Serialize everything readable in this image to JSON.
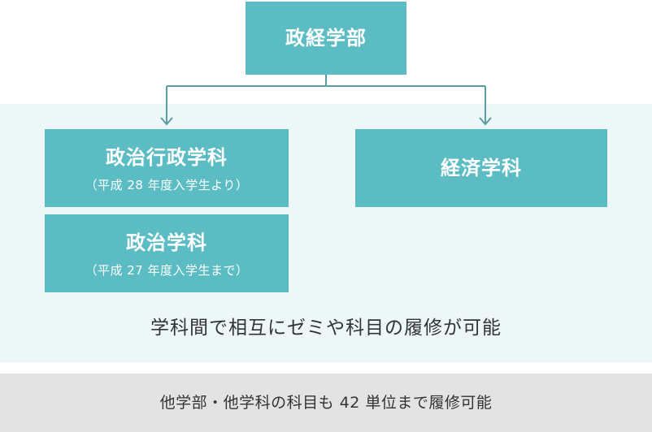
{
  "faculty": {
    "title": "政経学部"
  },
  "departments": {
    "politics_admin": {
      "title": "政治行政学科",
      "note": "（平成 28 年度入学生より）"
    },
    "politics": {
      "title": "政治学科",
      "note": "（平成 27 年度入学生まで）"
    },
    "economics": {
      "title": "経済学科"
    }
  },
  "captions": {
    "mutual": "学科間で相互にゼミや科目の履修が可能",
    "other": "他学部・他学科の科目も 42 単位まで履修可能"
  },
  "colors": {
    "box": "#5bbdc3",
    "connector": "#5a9ea3",
    "panel": "#eef7f8",
    "footer": "#e3e3e3"
  }
}
